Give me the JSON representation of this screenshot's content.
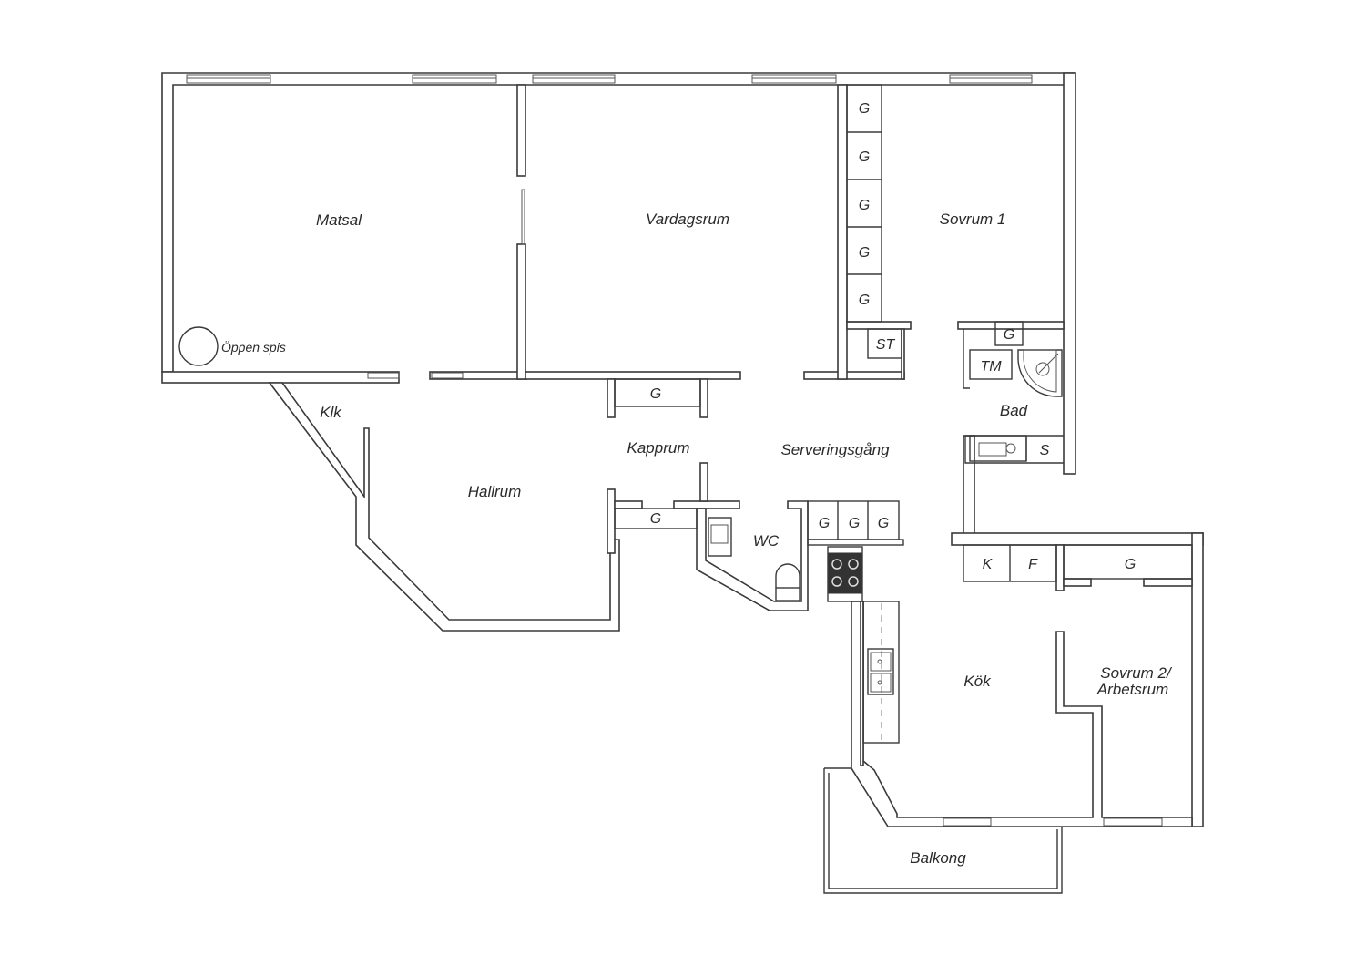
{
  "rooms": {
    "matsal": "Matsal",
    "vardagsrum": "Vardagsrum",
    "sovrum1": "Sovrum 1",
    "klk": "Klk",
    "hallrum": "Hallrum",
    "kapprum": "Kapprum",
    "serveringsgang": "Serveringsgång",
    "bad": "Bad",
    "wc": "WC",
    "kok": "Kök",
    "sovrum2_line1": "Sovrum 2/",
    "sovrum2_line2": "Arbetsrum",
    "balkong": "Balkong"
  },
  "fixtures": {
    "oppen_spis": "Öppen spis",
    "wardrobe": "G",
    "storage": "ST",
    "washer": "TM",
    "cabinet": "S",
    "fridge": "K",
    "freezer": "F"
  }
}
